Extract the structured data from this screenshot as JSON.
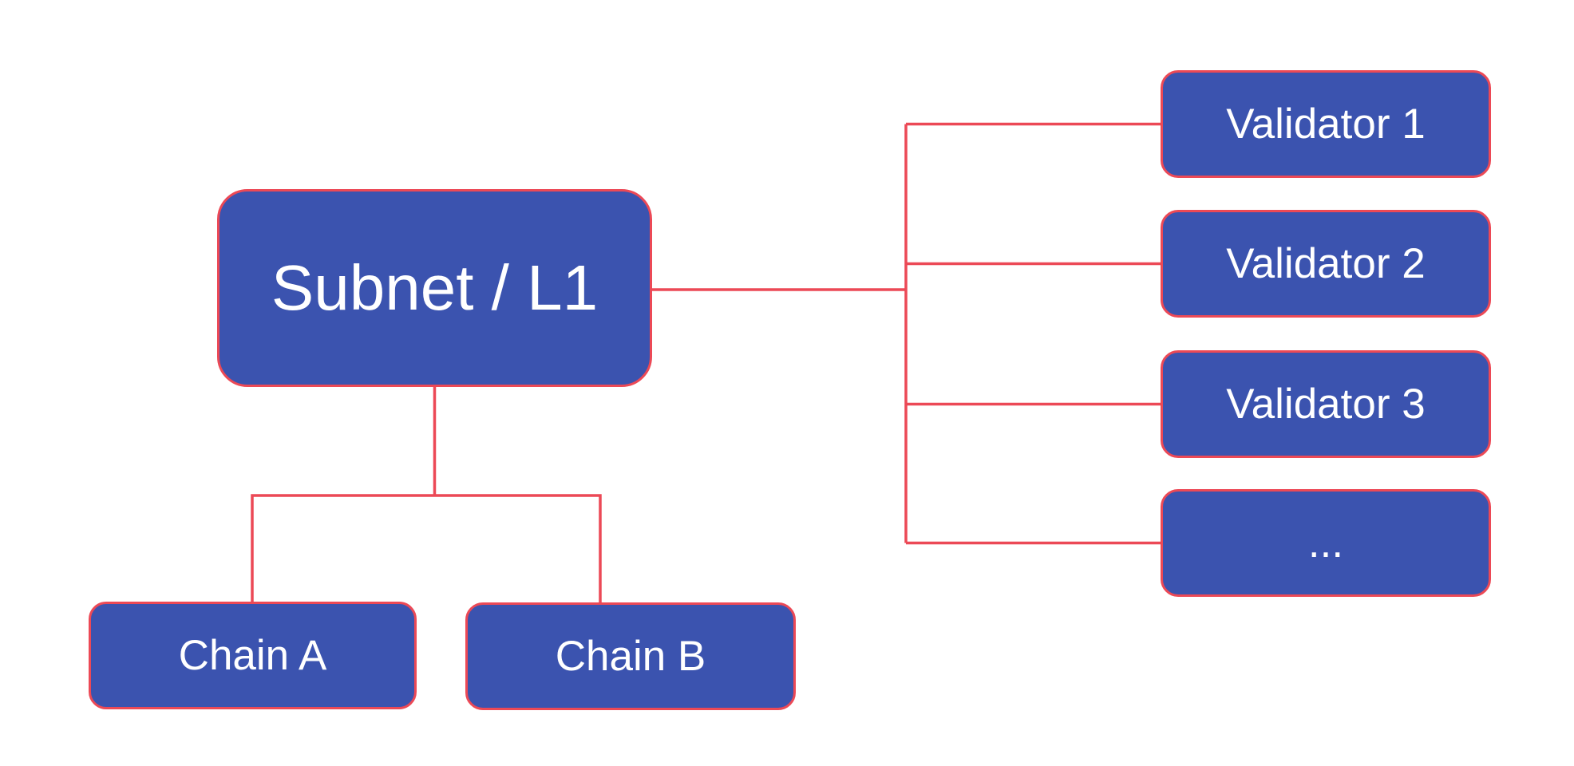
{
  "diagram": {
    "subnet": {
      "label": "Subnet / L1"
    },
    "chains": [
      {
        "label": "Chain A"
      },
      {
        "label": "Chain B"
      }
    ],
    "validators": [
      {
        "label": "Validator 1"
      },
      {
        "label": "Validator 2"
      },
      {
        "label": "Validator 3"
      },
      {
        "label": "..."
      }
    ]
  },
  "colors": {
    "node_fill": "#3B53AF",
    "node_border": "#EC4956",
    "connector": "#EC4956",
    "node_text": "#FFFFFF",
    "background": "#FFFFFF"
  }
}
